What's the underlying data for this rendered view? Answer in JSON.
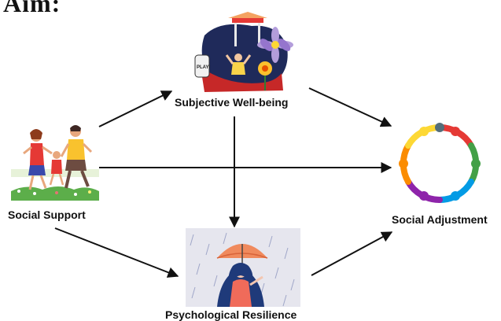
{
  "title": "Aim:",
  "nodes": {
    "subjective_wellbeing": {
      "label": "Subjective Well-being",
      "illustration": "playground-illustration"
    },
    "social_support": {
      "label": "Social Support",
      "illustration": "family-running-illustration"
    },
    "social_adjustment": {
      "label": "Social Adjustment",
      "illustration": "people-circle-illustration"
    },
    "psychological_resilience": {
      "label": "Psychological Resilience",
      "illustration": "umbrella-woman-rain-illustration"
    }
  },
  "edges": [
    {
      "from": "Social Support",
      "to": "Subjective Well-being"
    },
    {
      "from": "Subjective Well-being",
      "to": "Social Adjustment"
    },
    {
      "from": "Social Support",
      "to": "Social Adjustment"
    },
    {
      "from": "Subjective Well-being",
      "to": "Psychological Resilience"
    },
    {
      "from": "Social Support",
      "to": "Psychological Resilience"
    },
    {
      "from": "Psychological Resilience",
      "to": "Social Adjustment"
    }
  ],
  "colors": {
    "arrow": "#111111",
    "label": "#111111"
  }
}
